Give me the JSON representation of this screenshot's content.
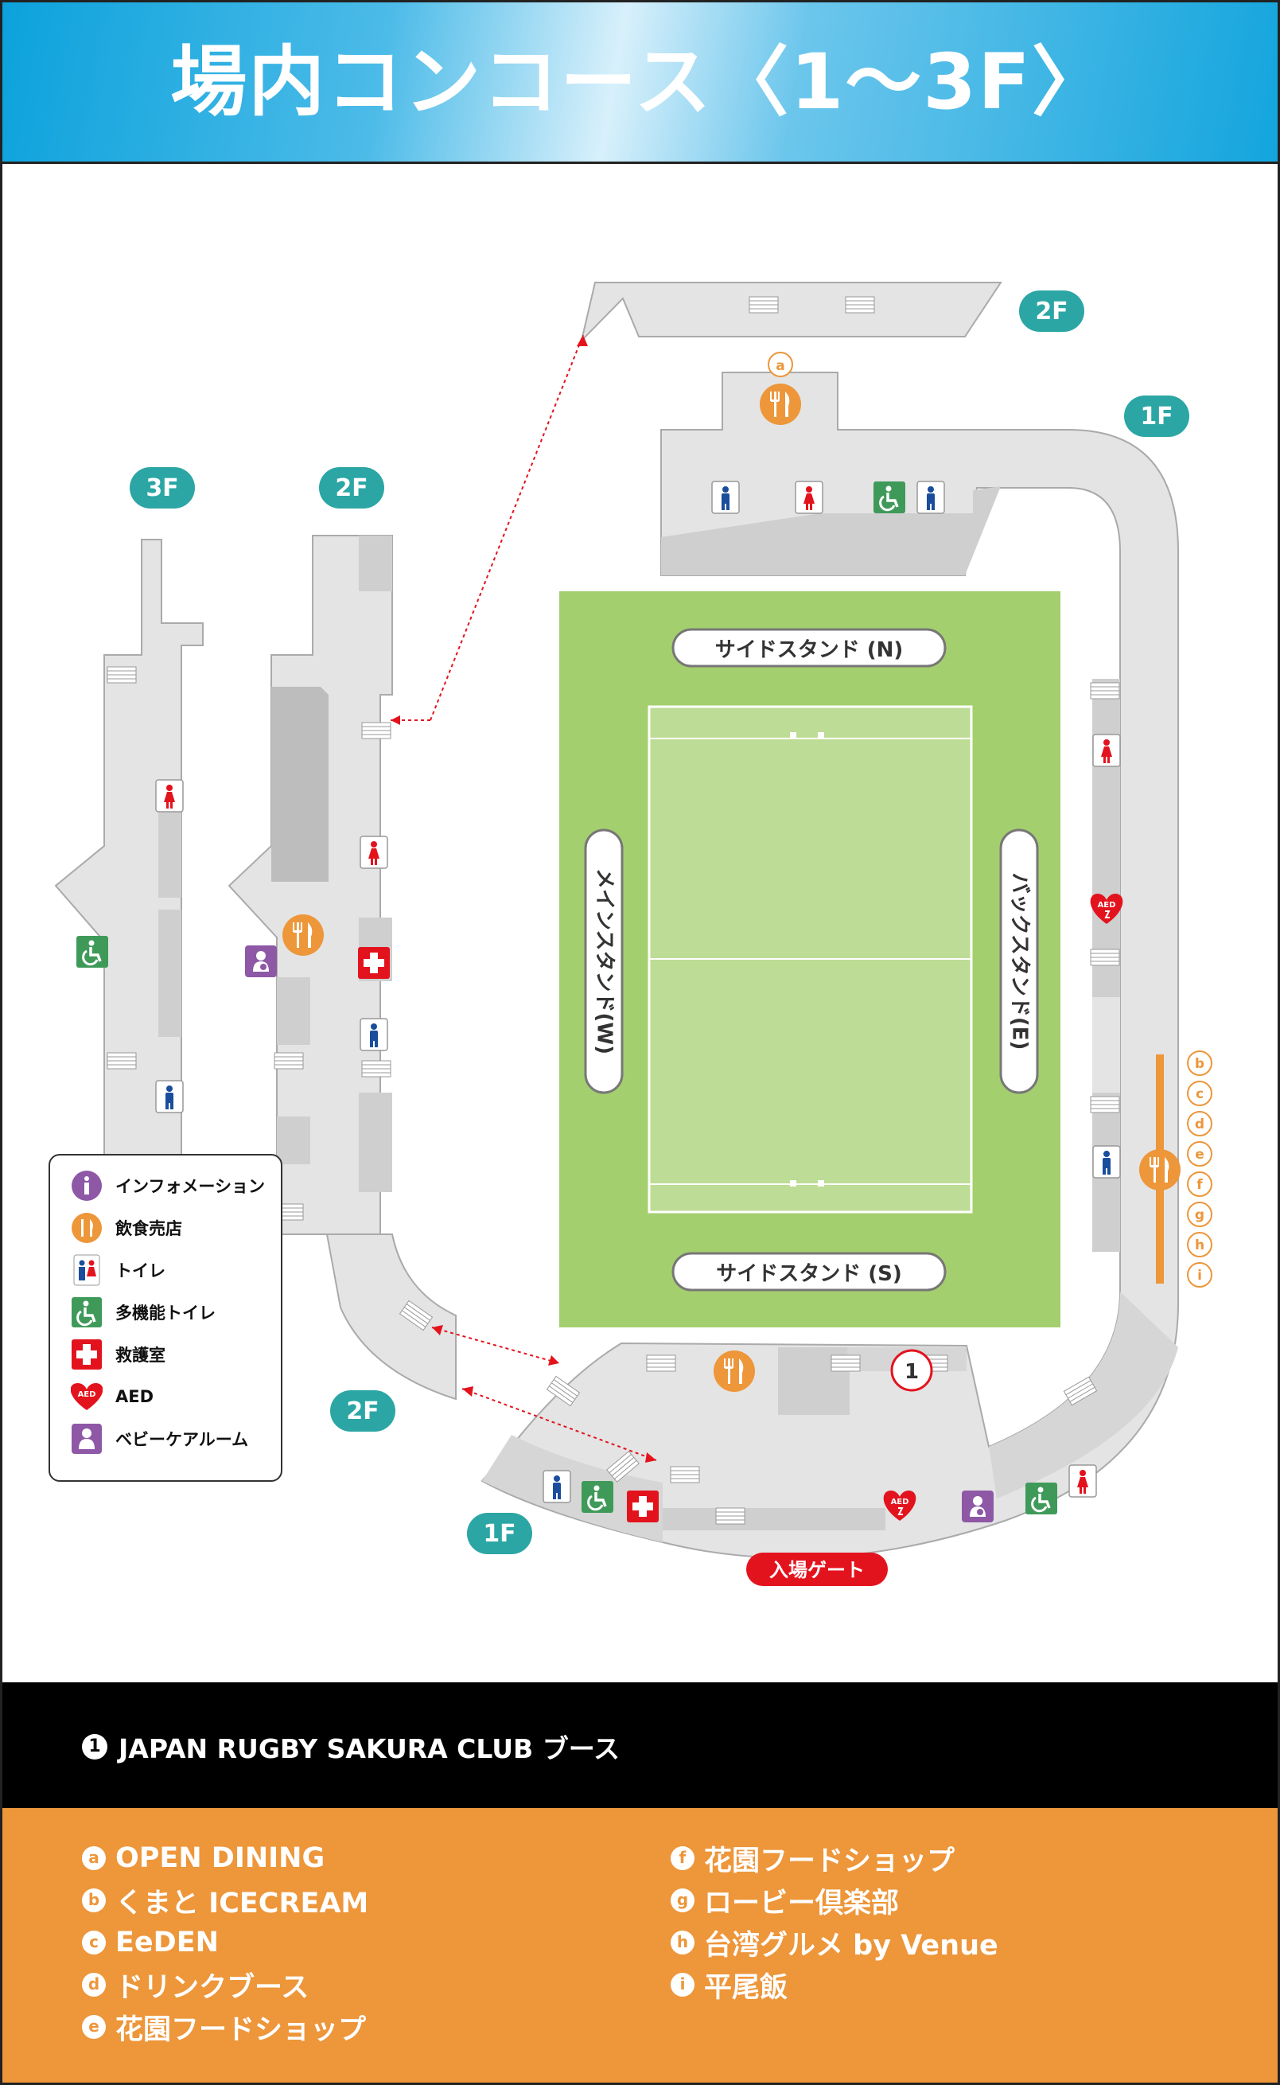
{
  "title": "場内コンコース〈1〜3F〉",
  "floors": {
    "f3": "3F",
    "f2_left": "2F",
    "f2_top": "2F",
    "f1_right": "1F",
    "f2_bottom": "2F",
    "f1_bottom": "1F"
  },
  "stands": {
    "north": "サイドスタンド (N)",
    "south": "サイドスタンド (S)",
    "west": "メインスタンド(W)",
    "east": "バックスタンド(E)"
  },
  "entrance": "入場ゲート",
  "booth_marker": "1",
  "shop_markers_top": "a",
  "shop_markers_east": [
    "b",
    "c",
    "d",
    "e",
    "f",
    "g",
    "h",
    "i"
  ],
  "legend": {
    "items": [
      {
        "icon": "info-icon",
        "label": "インフォメーション",
        "color": "#8e58a6"
      },
      {
        "icon": "food-icon",
        "label": "飲食売店",
        "color": "#ed963a"
      },
      {
        "icon": "toilet-icon",
        "label": "トイレ",
        "color": "#1a4d9c"
      },
      {
        "icon": "accessible-toilet-icon",
        "label": "多機能トイレ",
        "color": "#3f9a5a"
      },
      {
        "icon": "first-aid-icon",
        "label": "救護室",
        "color": "#e3131e"
      },
      {
        "icon": "aed-icon",
        "label": "AED",
        "color": "#e3131e"
      },
      {
        "icon": "baby-care-icon",
        "label": "ベビーケアルーム",
        "color": "#8e58a6"
      }
    ]
  },
  "club_booth": {
    "num": "1",
    "label": "JAPAN RUGBY SAKURA CLUB ブース"
  },
  "shops": {
    "left": [
      {
        "letter": "a",
        "name": "OPEN DINING"
      },
      {
        "letter": "b",
        "name": "くまと ICECREAM"
      },
      {
        "letter": "c",
        "name": "EeDEN"
      },
      {
        "letter": "d",
        "name": "ドリンクブース"
      },
      {
        "letter": "e",
        "name": "花園フードショップ"
      }
    ],
    "right": [
      {
        "letter": "f",
        "name": "花園フードショップ"
      },
      {
        "letter": "g",
        "name": "ロービー倶楽部"
      },
      {
        "letter": "h",
        "name": "台湾グルメ by Venue"
      },
      {
        "letter": "i",
        "name": "平尾飯"
      }
    ]
  },
  "colors": {
    "teal": "#2ba6a4",
    "field": "#a4cf6e",
    "field_inner": "#bddc95",
    "concourse": "#e4e4e4",
    "orange": "#ed963a",
    "red": "#e3131e"
  }
}
